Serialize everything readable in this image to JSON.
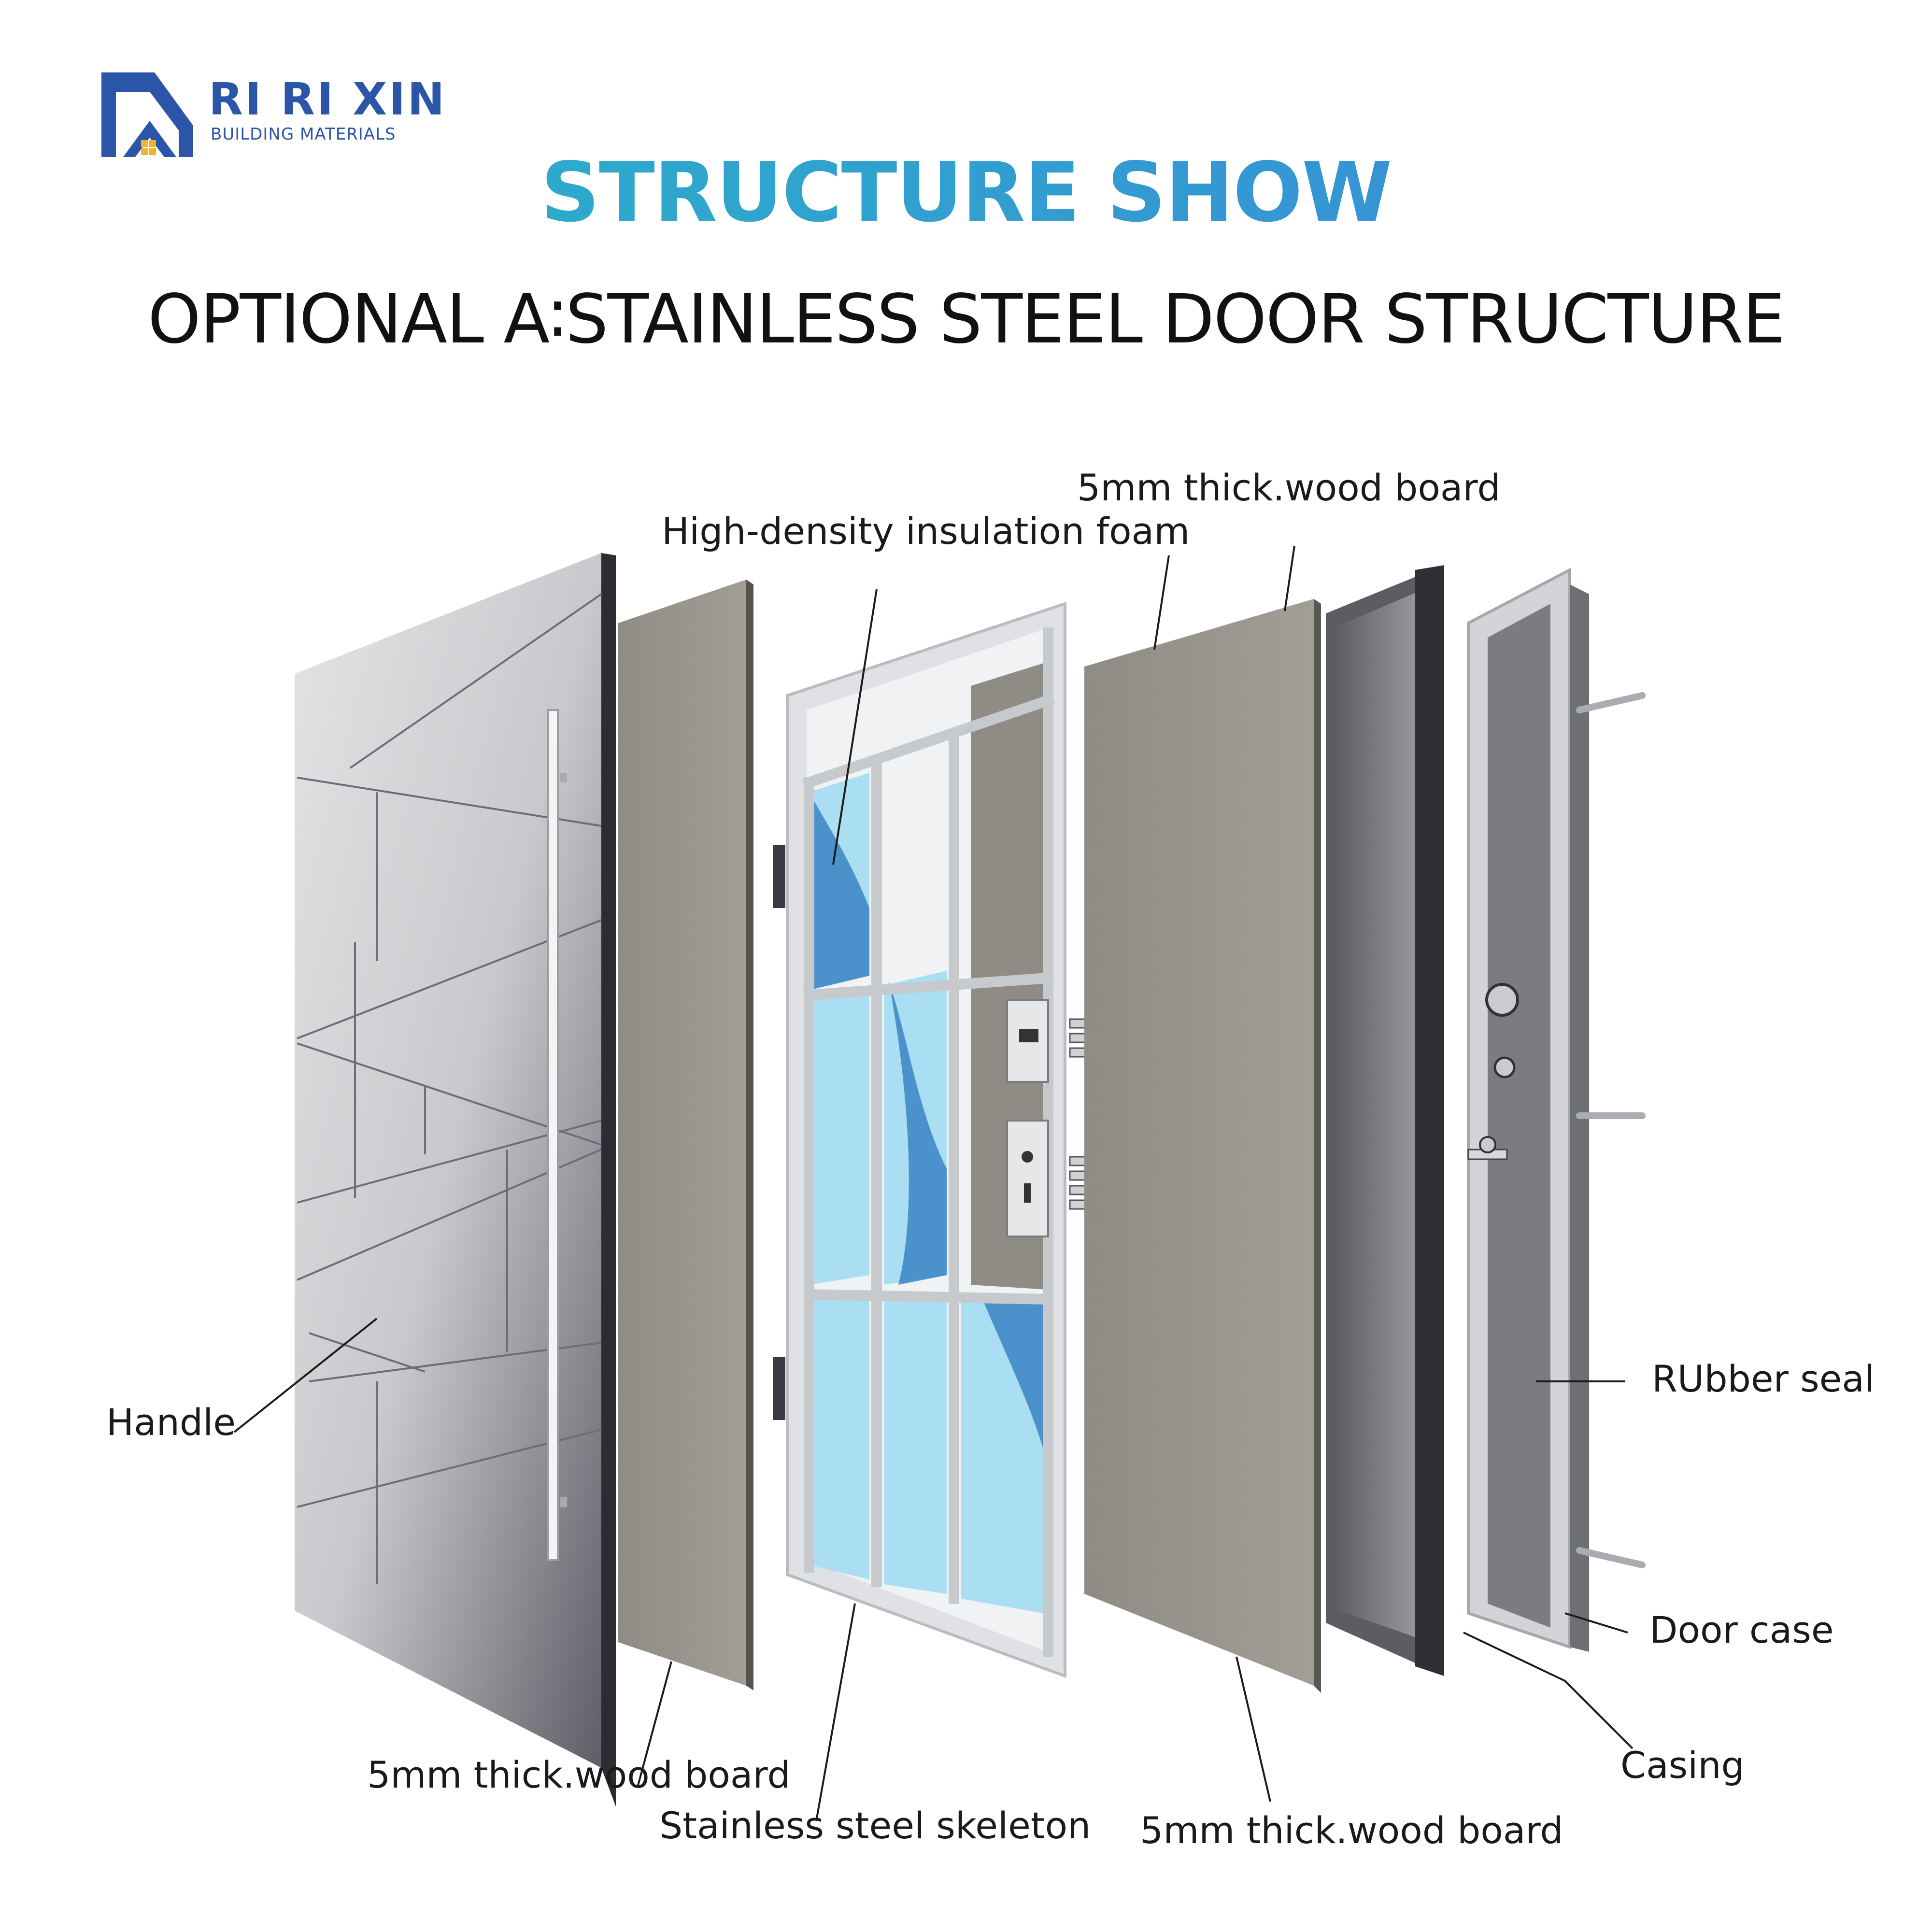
{
  "brand": {
    "name": "RI RI XIN",
    "tagline": "BUILDING MATERIALS",
    "colors": {
      "primary": "#2b55a8",
      "accent": "#f2b52a"
    }
  },
  "heading": {
    "title": "STRUCTURE SHOW",
    "subtitle": "OPTIONAL A∶STAINLESS STEEL DOOR STRUCTURE",
    "title_gradient": [
      "#27b8c4",
      "#3c86dc"
    ]
  },
  "labels": {
    "handle": "Handle",
    "board_left": "5mm thick.wood board",
    "skeleton": "Stainless steel skeleton",
    "foam": "High-density insulation foam",
    "board_top": "5mm thick.wood board",
    "board_bottom": "5mm thick.wood board",
    "rubber_seal": "RUbber seal",
    "door_case": "Door case",
    "casing": "Casing"
  },
  "palette": {
    "panel_dark": "#2c2d33",
    "panel_light": "#d9d9dc",
    "wood_board": "#9a968e",
    "frame_steel": "#d5d7da",
    "foam_light": "#a9def3",
    "foam_dark": "#3b84c4"
  }
}
